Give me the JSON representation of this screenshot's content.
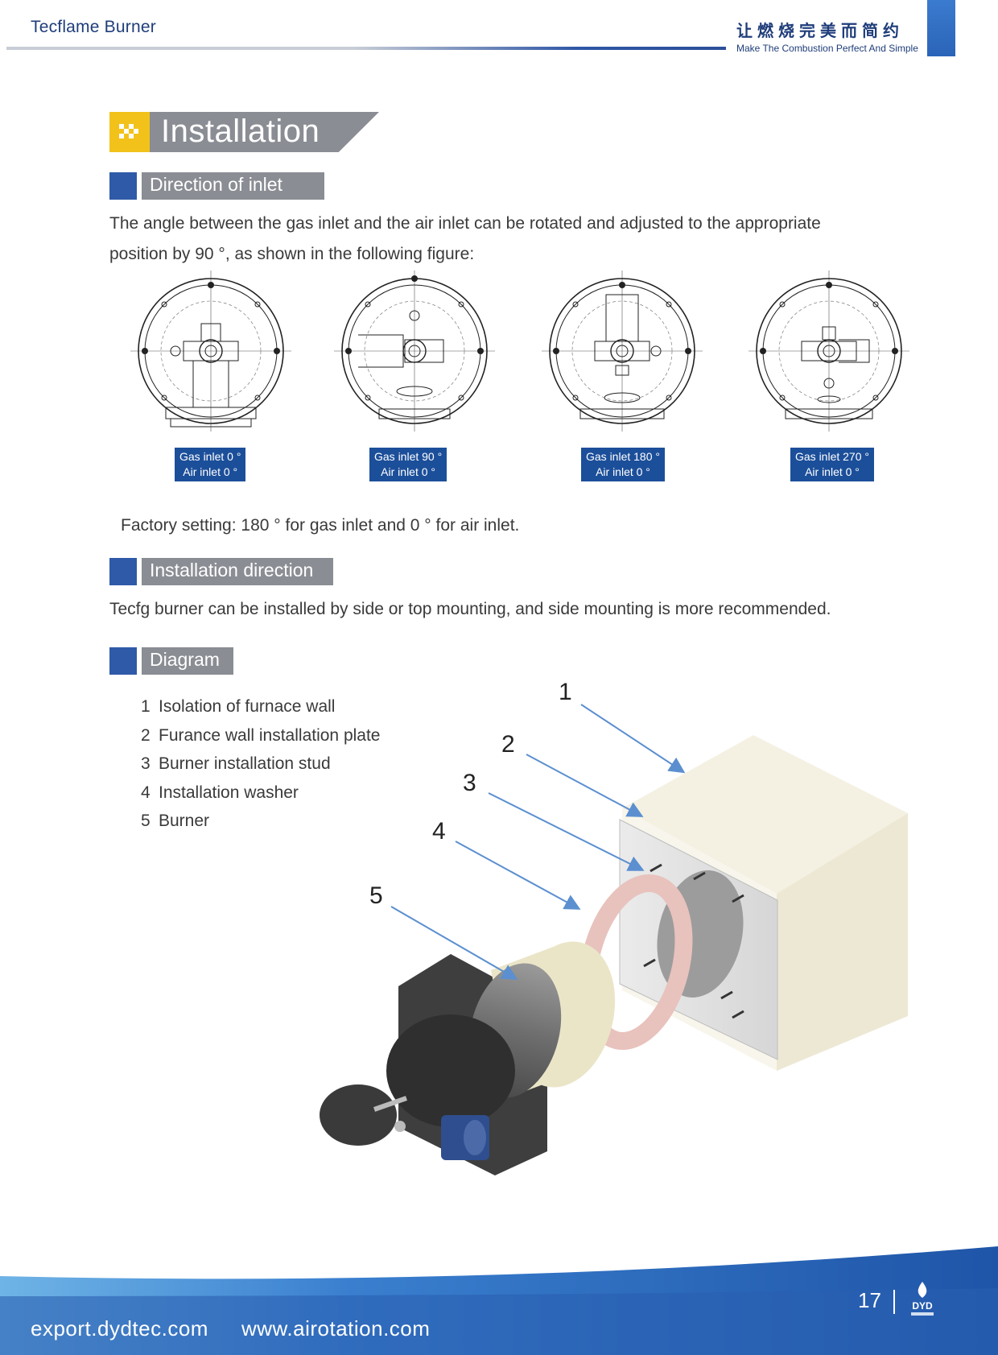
{
  "header": {
    "product": "Tecflame Burner",
    "slogan_cn": "让燃烧完美而简约",
    "slogan_en": "Make The Combustion Perfect And Simple"
  },
  "title": "Installation",
  "sections": {
    "direction_of_inlet": {
      "heading": "Direction of inlet",
      "text_line1": "The angle between the gas inlet and the air inlet can be rotated and adjusted to the appropriate",
      "text_line2": "position by 90 °, as shown in the following figure:",
      "figures": [
        {
          "gas": "Gas inlet  0 °",
          "air": "Air inlet  0 °"
        },
        {
          "gas": "Gas inlet  90 °",
          "air": "Air inlet  0 °"
        },
        {
          "gas": "Gas inlet  180 °",
          "air": "Air inlet  0 °"
        },
        {
          "gas": "Gas inlet  270 °",
          "air": "Air inlet  0 °"
        }
      ],
      "factory_setting": "Factory setting: 180 ° for gas inlet and 0 ° for air inlet."
    },
    "installation_direction": {
      "heading": "Installation direction",
      "text": "Tecfg burner can be installed by side or top mounting, and side mounting is more recommended."
    },
    "diagram": {
      "heading": "Diagram",
      "items": [
        {
          "num": "1",
          "label": "Isolation of furnace wall"
        },
        {
          "num": "2",
          "label": "Furance wall installation plate"
        },
        {
          "num": "3",
          "label": "Burner installation stud"
        },
        {
          "num": "4",
          "label": "Installation washer"
        },
        {
          "num": "5",
          "label": "Burner"
        }
      ],
      "callouts": [
        "1",
        "2",
        "3",
        "4",
        "5"
      ]
    }
  },
  "footer": {
    "url1": "export.dydtec.com",
    "url2": "www.airotation.com",
    "page": "17",
    "logo_text": "DYD"
  },
  "colors": {
    "brand_blue": "#2f5aa8",
    "accent_yellow": "#f2c21a",
    "label_gray": "#8a8d93",
    "caption_blue": "#1c4f9a"
  }
}
